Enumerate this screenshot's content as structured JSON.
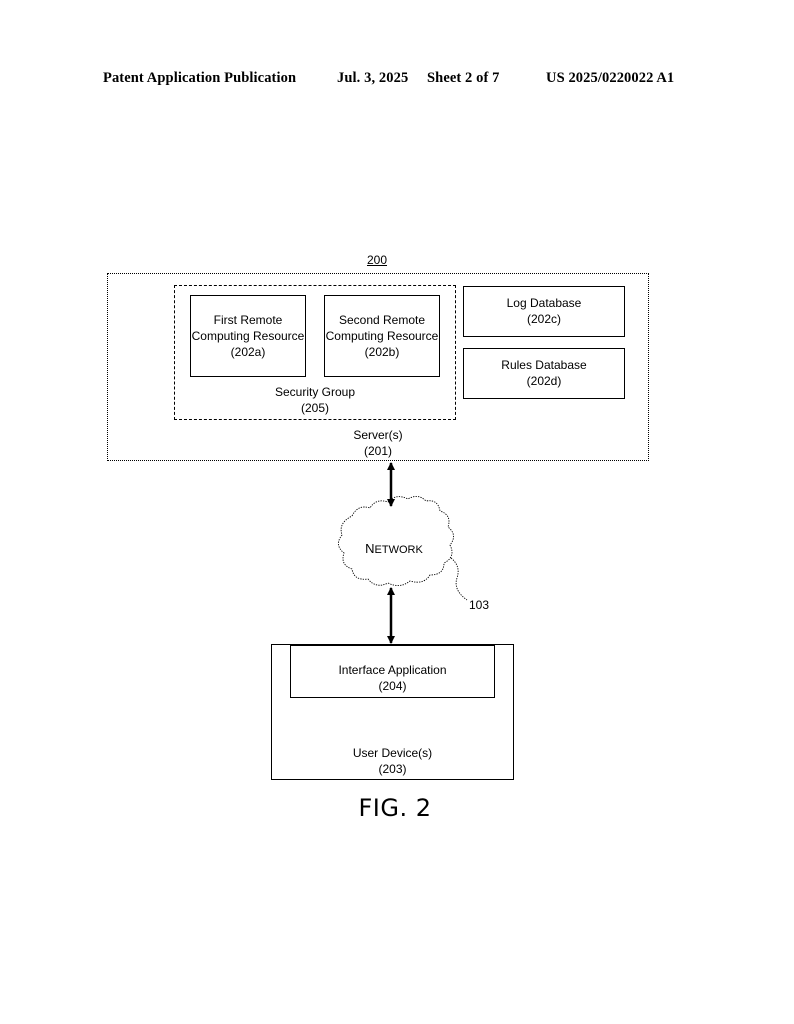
{
  "header": {
    "publication": "Patent Application Publication",
    "date": "Jul. 3, 2025",
    "sheet": "Sheet 2 of 7",
    "number": "US 2025/0220022 A1"
  },
  "diagram": {
    "ref": "200",
    "server": {
      "name": "Server(s)",
      "ref": "(201)"
    },
    "security_group": {
      "name": "Security Group",
      "ref": "(205)"
    },
    "first_resource": {
      "line1": "First Remote",
      "line2": "Computing Resource",
      "ref": "(202a)"
    },
    "second_resource": {
      "line1": "Second Remote",
      "line2": "Computing Resource",
      "ref": "(202b)"
    },
    "log_db": {
      "name": "Log Database",
      "ref": "(202c)"
    },
    "rules_db": {
      "name": "Rules Database",
      "ref": "(202d)"
    },
    "network": {
      "first": "N",
      "rest": "ETWORK",
      "ref": "103"
    },
    "interface_app": {
      "name": "Interface Application",
      "ref": "(204)"
    },
    "user_device": {
      "name": "User Device(s)",
      "ref": "(203)"
    }
  },
  "figure_label": "FIG. 2"
}
